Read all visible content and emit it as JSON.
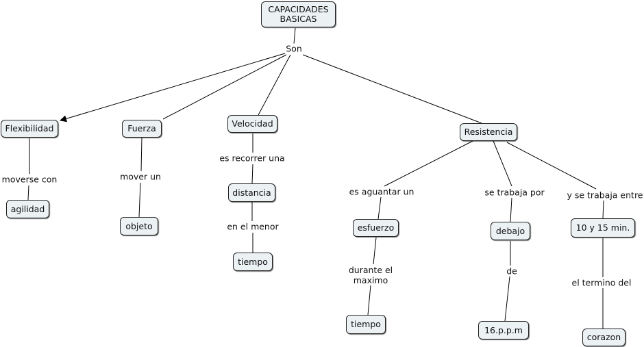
{
  "concepts": {
    "root": "CAPACIDADES\nBASICAS",
    "flexibilidad": "Flexibilidad",
    "agilidad": "agilidad",
    "fuerza": "Fuerza",
    "objeto": "objeto",
    "velocidad": "Velocidad",
    "distancia": "distancia",
    "tiempo_velocidad": "tiempo",
    "resistencia": "Resistencia",
    "esfuerzo": "esfuerzo",
    "tiempo_resistencia": "tiempo",
    "debajo": "debajo",
    "ppm": "16.p.p.m",
    "rango": "10 y 15 min.",
    "corazon": "corazon"
  },
  "linking_phrases": {
    "son": "Son",
    "moverse_con": "moverse con",
    "mover_un": "mover un",
    "es_recorrer_una": "es recorrer una",
    "en_el_menor": "en el menor",
    "es_aguantar_un": "es aguantar un",
    "durante_el_maximo": "durante el\nmaximo",
    "se_trabaja_por": "se trabaja por",
    "de": "de",
    "y_se_trabaja_entre": "y se trabaja entre",
    "el_termino_del": "el termino del"
  },
  "colors": {
    "node_fill": "#ecf1f3",
    "line": "#000000"
  }
}
